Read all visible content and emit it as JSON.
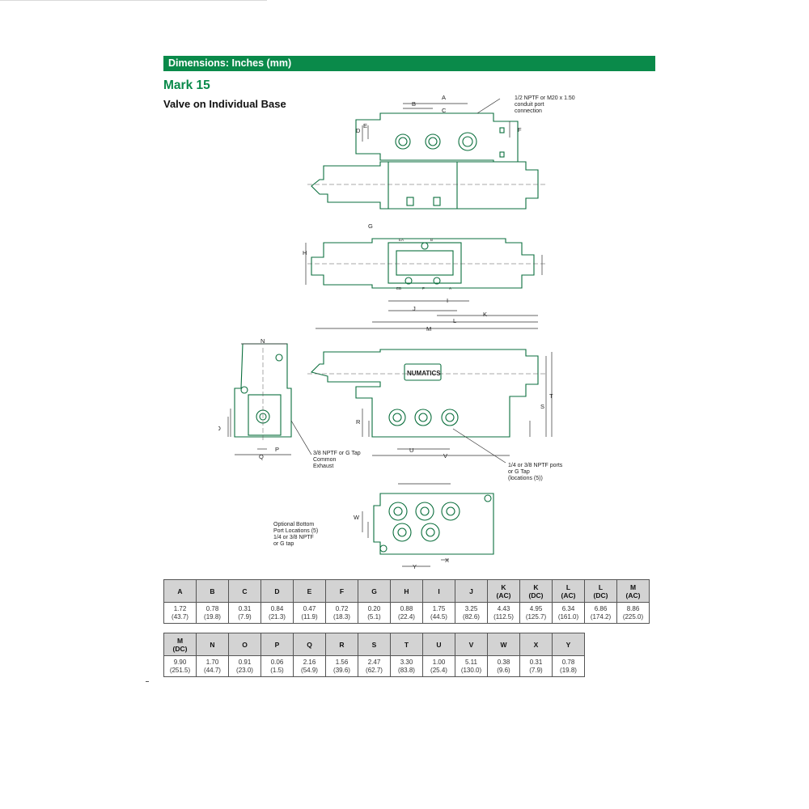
{
  "header": {
    "banner": "Dimensions: Inches (mm)",
    "model": "Mark 15",
    "subtitle": "Valve on Individual Base"
  },
  "drawing": {
    "line_color": "#0a6e3c",
    "dim_color": "#333333",
    "letters": [
      "A",
      "B",
      "C",
      "D",
      "E",
      "F",
      "G",
      "H",
      "I",
      "J",
      "K",
      "L",
      "M",
      "N",
      "O",
      "P",
      "Q",
      "R",
      "S",
      "T",
      "U",
      "V",
      "W",
      "X",
      "Y"
    ],
    "brand": "NUMATICS",
    "port_marks": [
      "EB",
      "P",
      "A",
      "B",
      "EA"
    ],
    "notes": {
      "conduit": [
        "1/2 NPTF or M20 x 1.50",
        "conduit port",
        "connection"
      ],
      "exhaust": [
        "3/8 NPTF or G Tap",
        "Common",
        "Exhaust"
      ],
      "ports": [
        "1/4 or 3/8 NPTF ports",
        "or G Tap",
        "(locations (5))"
      ],
      "bottom": [
        "Optional Bottom",
        "Port Locations (5)",
        "1/4 or 3/8 NPTF",
        "or G tap"
      ]
    }
  },
  "table1": {
    "headers": [
      "A",
      "B",
      "C",
      "D",
      "E",
      "F",
      "G",
      "H",
      "I",
      "J",
      "K\n(AC)",
      "K\n(DC)",
      "L\n(AC)",
      "L\n(DC)",
      "M\n(AC)"
    ],
    "values": [
      "1.72\n(43.7)",
      "0.78\n(19.8)",
      "0.31\n(7.9)",
      "0.84\n(21.3)",
      "0.47\n(11.9)",
      "0.72\n(18.3)",
      "0.20\n(5.1)",
      "0.88\n(22.4)",
      "1.75\n(44.5)",
      "3.25\n(82.6)",
      "4.43\n(112.5)",
      "4.95\n(125.7)",
      "6.34\n(161.0)",
      "6.86\n(174.2)",
      "8.86\n(225.0)"
    ]
  },
  "table2": {
    "headers": [
      "M\n(DC)",
      "N",
      "O",
      "P",
      "Q",
      "R",
      "S",
      "T",
      "U",
      "V",
      "W",
      "X",
      "Y"
    ],
    "values": [
      "9.90\n(251.5)",
      "1.70\n(44.7)",
      "0.91\n(23.0)",
      "0.06\n(1.5)",
      "2.16\n(54.9)",
      "1.56\n(39.6)",
      "2.47\n(62.7)",
      "3.30\n(83.8)",
      "1.00\n(25.4)",
      "5.11\n(130.0)",
      "0.38\n(9.6)",
      "0.31\n(7.9)",
      "0.78\n(19.8)"
    ]
  }
}
